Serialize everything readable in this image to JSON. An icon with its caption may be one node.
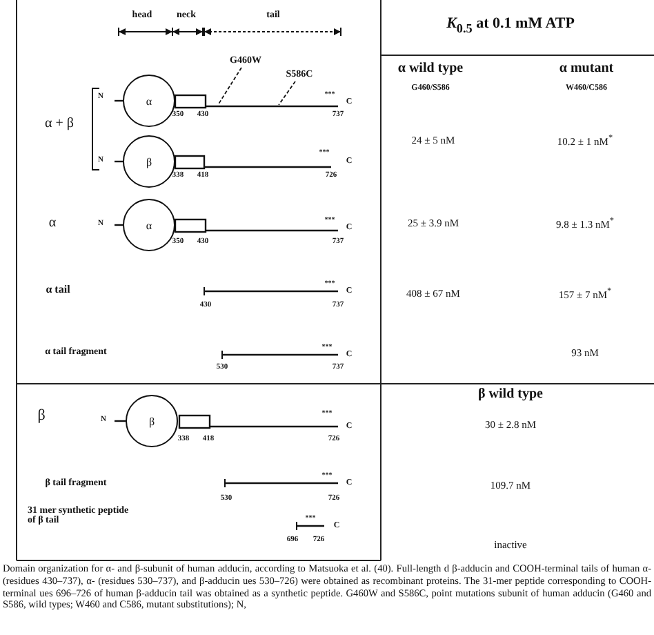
{
  "diagram": {
    "caption": "Domain organization for α- and β-subunit of human adducin, according to Matsuoka et al. (40). Full-length d β-adducin and COOH-terminal tails of human α- (residues 430–737), α- (residues 530–737), and β-adducin ues 530–726) were obtained as recombinant proteins. The 31-mer peptide corresponding to COOH-terminal ues 696–726 of human β-adducin tail was obtained as a synthetic peptide. G460W and S586C, point mutations subunit of human adducin (G460 and S586, wild types; W460 and C586, mutant substitutions); N,",
    "nodes": [
      {
        "text": [
          "α"
        ],
        "beside": [
          "N",
          "***",
          "C"
        ]
      },
      {
        "text": [
          "G460W"
        ]
      },
      {
        "text": [
          "S586C"
        ]
      },
      {
        "text": [
          "β"
        ],
        "beside": [
          "N",
          "***",
          "C"
        ]
      },
      {
        "text": [
          "α"
        ],
        "beside": [
          "N",
          "***",
          "C"
        ]
      },
      {
        "text": [
          "β"
        ],
        "beside": [
          "N",
          "***",
          "C"
        ]
      }
    ],
    "edges": [
      {
        "from": 1,
        "to": 0,
        "arrow": "none",
        "style": "dashed"
      },
      {
        "from": 2,
        "to": 0,
        "arrow": "none",
        "style": "dashed"
      }
    ],
    "labels": [
      "head",
      "neck",
      "tail",
      "*K*$_{0.5}$ at 0.1 mM ATP",
      "α + β",
      "350",
      "430",
      "737",
      "338",
      "418",
      "726",
      "α wild type",
      "G460/S586",
      "α mutant",
      "W460/C586",
      "24 ± 5 nM",
      "10.2 ± 1 nM$^{*}$",
      "α",
      "350",
      "430",
      "737",
      "25 ± 3.9 nM",
      "9.8 ± 1.3 nM$^{*}$",
      "α tail",
      "***",
      "C",
      "430",
      "737",
      "408 ± 67 nM",
      "157 ± 7 nM$^{*}$",
      "α tail fragment",
      "***",
      "C",
      "530",
      "737",
      "93 nM",
      "β",
      "338",
      "418",
      "726",
      "β wild type",
      "30 ± 2.8 nM",
      "β tail fragment",
      "***",
      "C",
      "530",
      "726",
      "109.7 nM",
      "31 mer synthetic peptide of β tail",
      "***",
      "C",
      "696",
      "726",
      "inactive"
    ]
  }
}
